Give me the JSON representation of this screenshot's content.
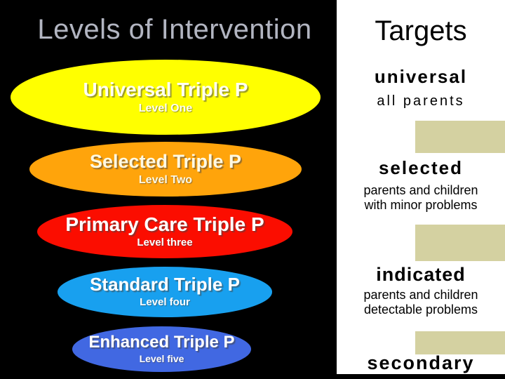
{
  "slide_title": "Levels of Intervention",
  "levels": [
    {
      "name": "Universal Triple P",
      "sub": "Level One",
      "color": "#ffff00",
      "text_color": "#fffef2"
    },
    {
      "name": "Selected Triple P",
      "sub": "Level Two",
      "color": "#ffa40b",
      "text_color": "#fff9e2"
    },
    {
      "name": "Primary Care Triple P",
      "sub": "Level three",
      "color": "#fb0d00",
      "text_color": "#ffffff"
    },
    {
      "name": "Standard Triple P",
      "sub": "Level four",
      "color": "#18a0ef",
      "text_color": "#ffffff"
    },
    {
      "name": "Enhanced Triple P",
      "sub": "Level five",
      "color": "#4168e2",
      "text_color": "#ffffff"
    }
  ],
  "targets": {
    "title": "Targets",
    "items": [
      {
        "keyword": "universal",
        "lines": [
          "all parents"
        ]
      },
      {
        "keyword": "selected",
        "lines": [
          "parents and children",
          "with minor problems"
        ]
      },
      {
        "keyword": "indicated",
        "lines": [
          "parents and children",
          "detectable problems"
        ]
      },
      {
        "keyword": "secondary",
        "lines": []
      }
    ],
    "connector_color": "#d4d1a1"
  },
  "colors": {
    "background": "#000000",
    "panel": "#ffffff",
    "title_text": "#b2b5c1"
  }
}
